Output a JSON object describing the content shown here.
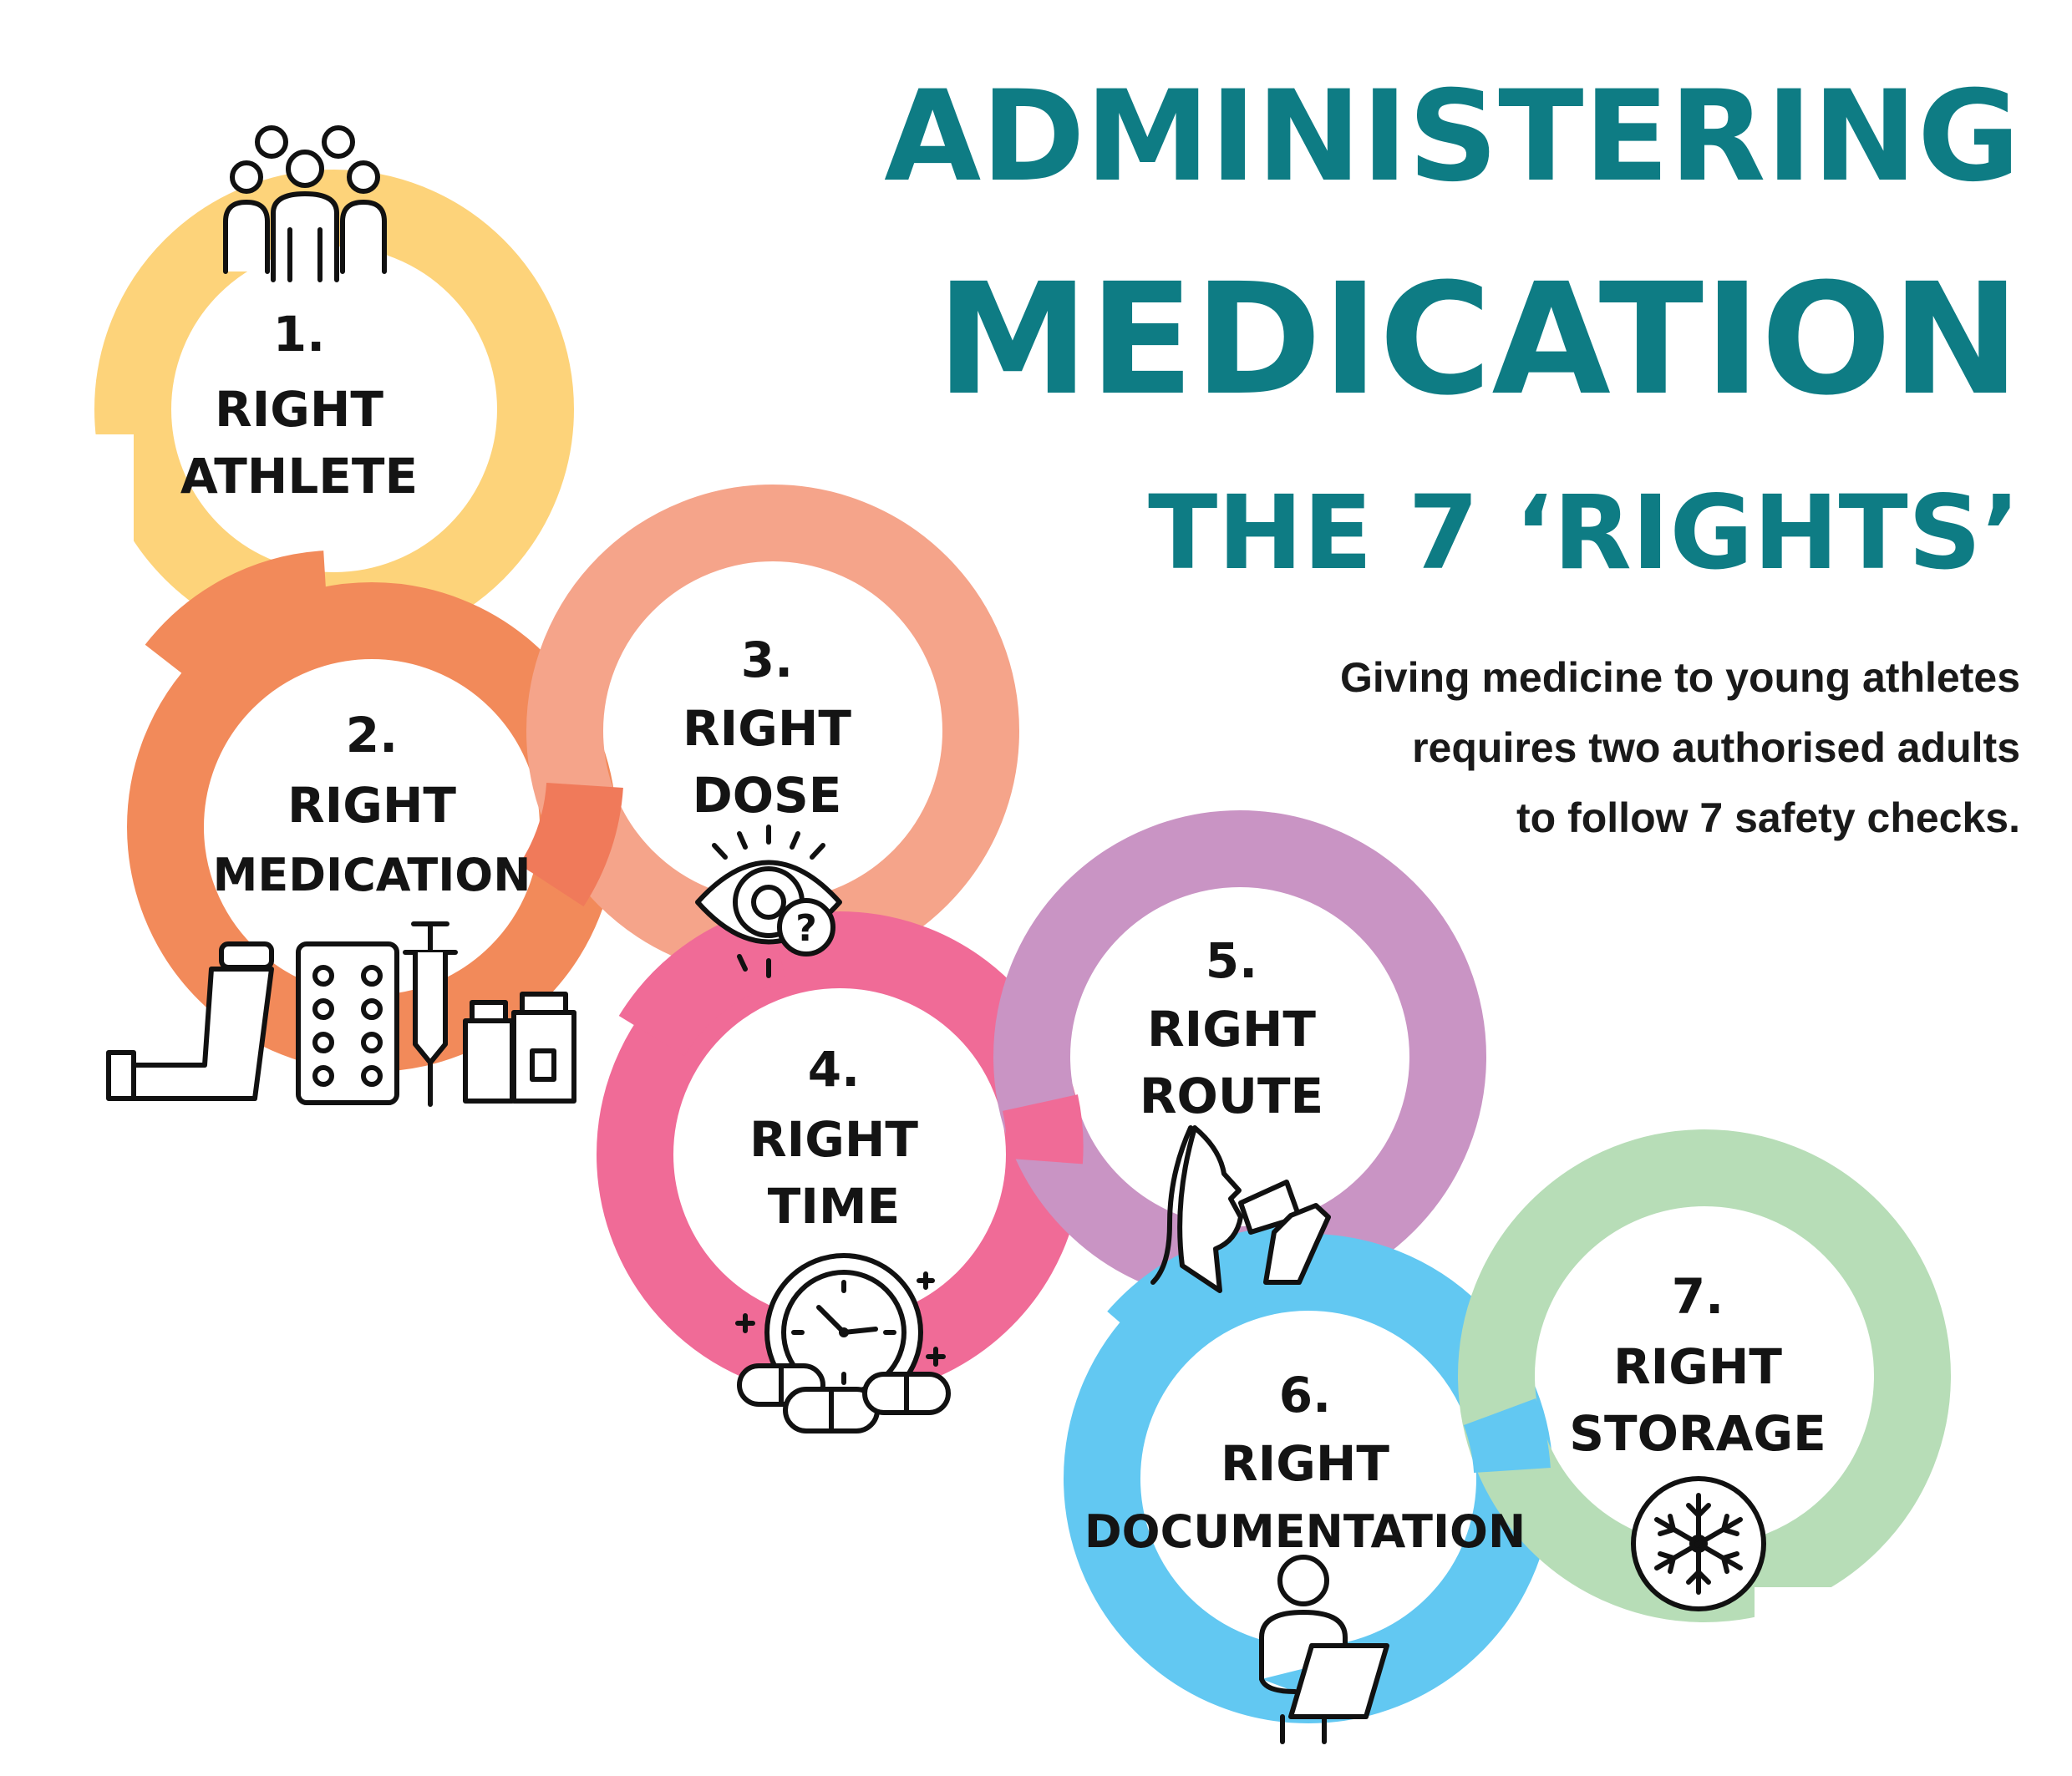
{
  "title": {
    "line1": "ADMINISTERING",
    "line2": "MEDICATION",
    "line3": "THE 7 ‘RIGHTS’"
  },
  "intro": {
    "line1": "Giving medicine to young athletes",
    "line2": "requires two authorised adults",
    "line3": "to follow 7 safety checks."
  },
  "steps": [
    {
      "number": "1.",
      "line1": "RIGHT",
      "line2": "ATHLETE",
      "color": "#fdd37a",
      "icon": "people-group-icon"
    },
    {
      "number": "2.",
      "line1": "RIGHT",
      "line2": "MEDICATION",
      "color": "#f28a5a",
      "icon": "medication-icons"
    },
    {
      "number": "3.",
      "line1": "RIGHT",
      "line2": "DOSE",
      "color": "#f5a48a",
      "icon": "eye-question-icon"
    },
    {
      "number": "4.",
      "line1": "RIGHT",
      "line2": "TIME",
      "color": "#f06b97",
      "icon": "clock-pills-icon"
    },
    {
      "number": "5.",
      "line1": "RIGHT",
      "line2": "ROUTE",
      "color": "#c994c4",
      "icon": "person-drinking-icon"
    },
    {
      "number": "6.",
      "line1": "RIGHT",
      "line2": "DOCUMENTATION",
      "color": "#62c8f2",
      "icon": "person-clipboard-icon"
    },
    {
      "number": "7.",
      "line1": "RIGHT",
      "line2": "STORAGE",
      "color": "#b7ddb7",
      "icon": "snowflake-icon"
    }
  ],
  "colors": {
    "title": "#0e7c84",
    "text": "#141414"
  }
}
